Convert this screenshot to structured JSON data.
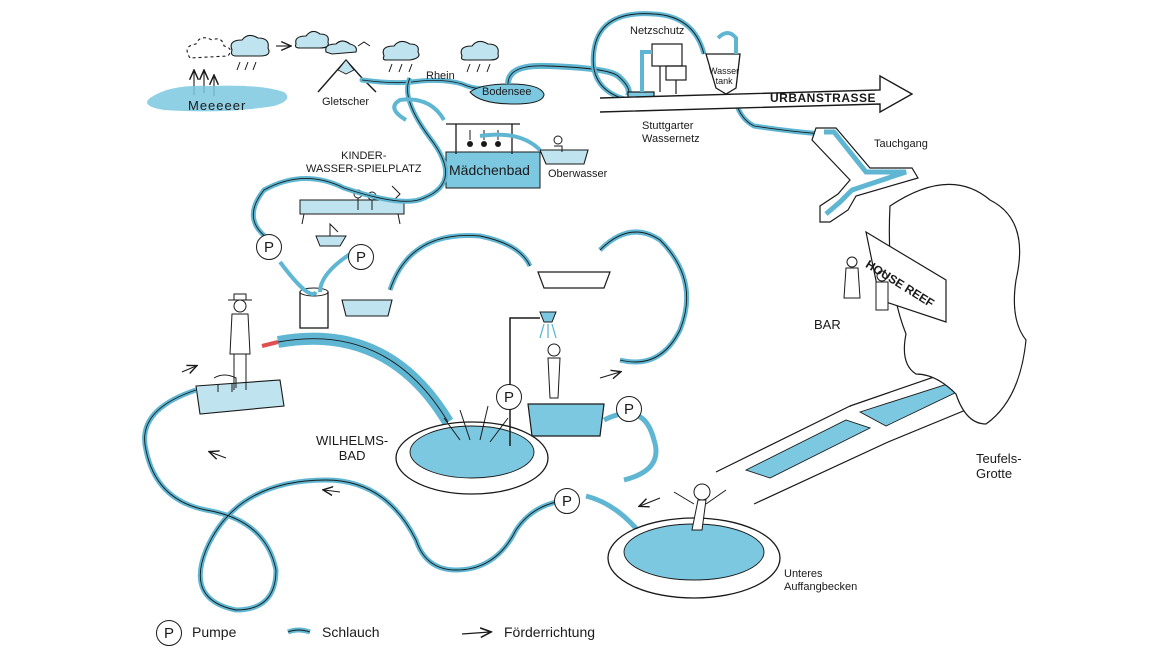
{
  "labels": {
    "meer": "Meeeeer",
    "gletscher": "Gletscher",
    "rhein": "Rhein",
    "bodensee": "Bodensee",
    "netzschutz": "Netzschutz",
    "wassertank_line1": "Wasser",
    "wassertank_line2": "tank",
    "urbanstrasse": "URBANSTRASSE",
    "stuttgarter_line1": "Stuttgarter",
    "stuttgarter_line2": "Wassernetz",
    "maedchenbad": "Mädchenbad",
    "oberwasser": "Oberwasser",
    "kinder_line1": "KINDER-",
    "kinder_line2": "WASSER-SPIELPLATZ",
    "tauchgang": "Tauchgang",
    "house_reef": "HOUSE REEF",
    "bar": "BAR",
    "wilhelms_line1": "WILHELMS-",
    "wilhelms_line2": "BAD",
    "teufels_line1": "Teufels-",
    "teufels_line2": "Grotte",
    "unteres_line1": "Unteres",
    "unteres_line2": "Auffangbecken"
  },
  "pump_symbol": "P",
  "legend": {
    "pumpe": "Pumpe",
    "schlauch": "Schlauch",
    "foerderrichtung": "Förderrichtung"
  },
  "colors": {
    "water": "#7cc8e0",
    "water_light": "#bfe4ef",
    "ink": "#1a1a1a",
    "hose_outline": "#24404a"
  },
  "icons": [
    "cloud-icon",
    "mountain-icon",
    "shower-icon",
    "bathtub-icon",
    "barrel-icon",
    "boat-icon",
    "person-icon",
    "dog-icon",
    "water-tank-icon",
    "arrow-icon"
  ]
}
